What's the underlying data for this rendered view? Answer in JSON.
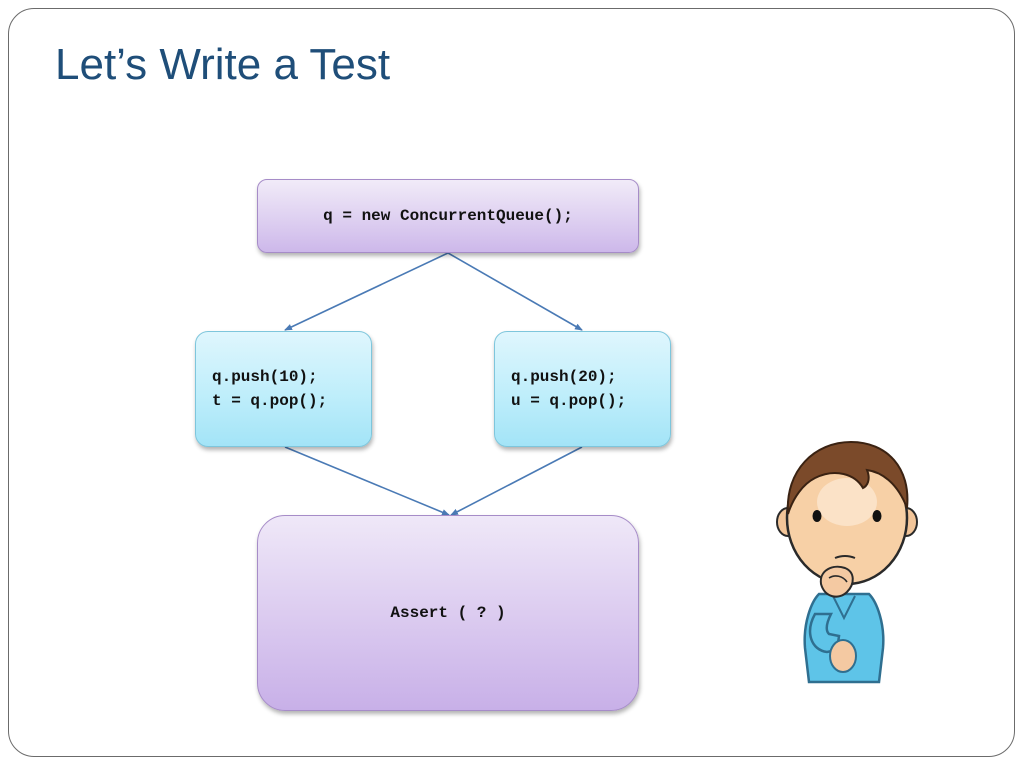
{
  "slide": {
    "title": "Let’s Write a Test"
  },
  "diagram": {
    "init": {
      "code": "q = new ConcurrentQueue();"
    },
    "thread1": {
      "lines": [
        "q.push(10);",
        "t = q.pop();"
      ]
    },
    "thread2": {
      "lines": [
        "q.push(20);",
        "u = q.pop();"
      ]
    },
    "assert": {
      "code": "Assert ( ? )"
    }
  },
  "colors": {
    "title": "#1f4e79",
    "connector": "#4a7ab5",
    "init_fill": "#dccdf0",
    "thread_fill": "#bfeefb",
    "assert_fill": "#dcccf0"
  },
  "illustration": {
    "icon": "thinking-person-icon"
  }
}
